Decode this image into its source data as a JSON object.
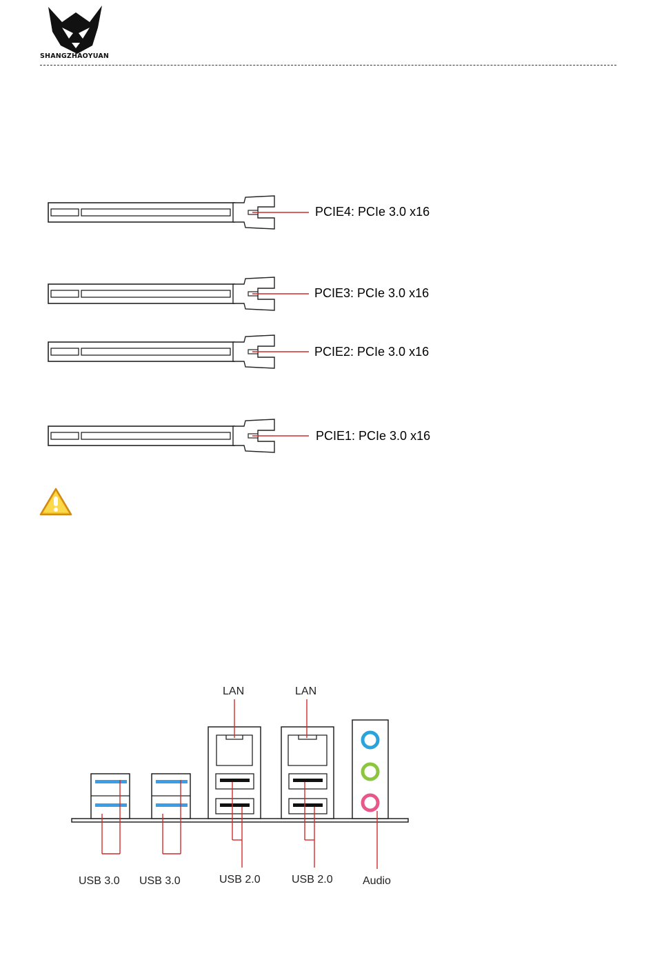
{
  "header": {
    "brand": "SHANGZHAOYUAN"
  },
  "pcie_slots": [
    {
      "label": "PCIE4: PCIe 3.0 x16"
    },
    {
      "label": "PCIE3: PCIe 3.0 x16"
    },
    {
      "label": "PCIE2: PCIe 3.0 x16"
    },
    {
      "label": "PCIE1: PCIe 3.0 x16"
    }
  ],
  "warning_icon": "warning-triangle-icon",
  "io_panel": {
    "top_labels": [
      "LAN",
      "LAN"
    ],
    "bottom_labels": [
      "USB 3.0",
      "USB 3.0",
      "USB 2.0",
      "USB 2.0",
      "Audio"
    ]
  },
  "colors": {
    "leader_line": "#d42a2a",
    "usb3_blue": "#3a9de6",
    "audio_blue": "#2aa3dc",
    "audio_green": "#8cc63e",
    "audio_pink": "#e8578a",
    "warning_fill": "#f7c528"
  }
}
